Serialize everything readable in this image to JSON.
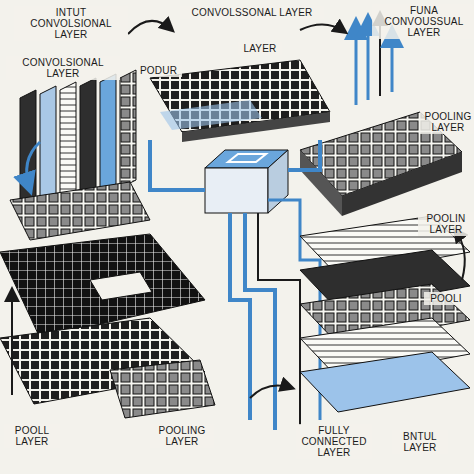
{
  "diagram": {
    "labels": [
      "INTUT CONVOLSIONAL LAYER",
      "CONVOLSSONAL LAYER",
      "LAYER",
      "FUNA CONVOUSSUAL LAYER",
      "CONVOLSIONAL LAYER",
      "PODUR",
      "POOLING LAYER",
      "POOLIN LAYER",
      "POOLI",
      "POOLL LAYER",
      "POOLING LAYER",
      "FULLY CONNECTED LAYER",
      "BNTUL LAYER"
    ]
  }
}
